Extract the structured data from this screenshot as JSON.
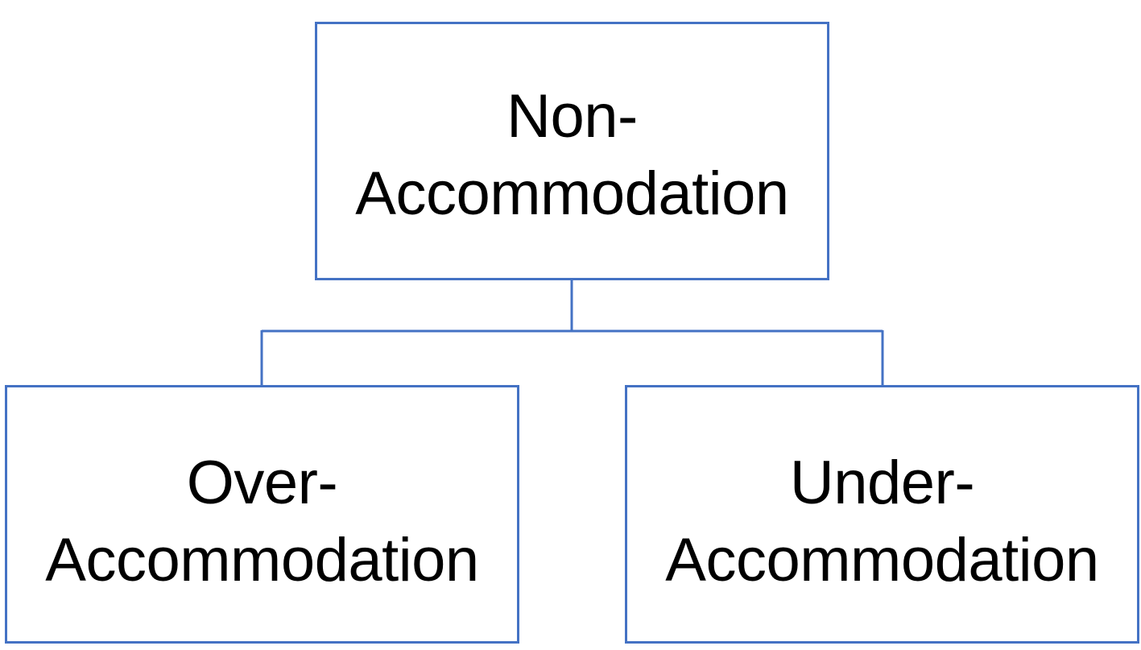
{
  "diagram": {
    "border_color": "#4472c4",
    "root": {
      "line1": "Non-",
      "line2": "Accommodation"
    },
    "children": [
      {
        "line1": "Over-",
        "line2": "Accommodation"
      },
      {
        "line1": "Under-",
        "line2": "Accommodation"
      }
    ]
  }
}
